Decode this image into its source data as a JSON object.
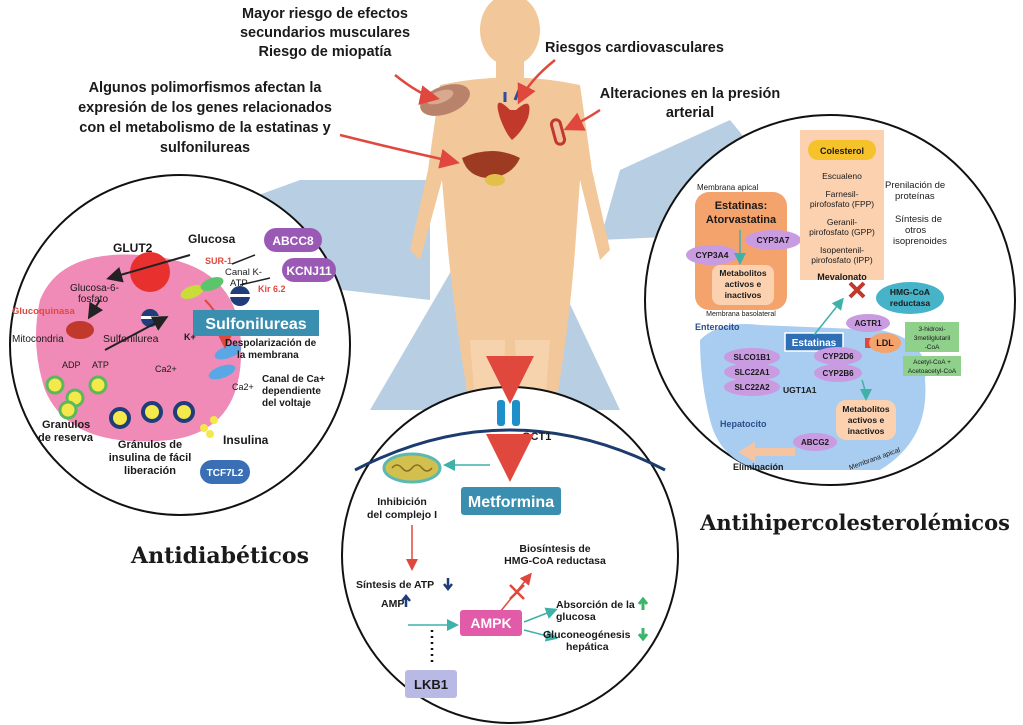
{
  "top": {
    "muscle_line1": "Mayor riesgo de efectos",
    "muscle_line2": "secundarios musculares",
    "muscle_line3": "Riesgo de miopatía",
    "cardio": "Riesgos cardiovasculares",
    "pressure_line1": "Alteraciones en la presión",
    "pressure_line2": "arterial",
    "poly_line1": "Algunos polimorfismos afectan la",
    "poly_line2": "expresión de los genes relacionados",
    "poly_line3": "con el metabolismo de la estatinas y",
    "poly_line4": "sulfonilureas"
  },
  "left": {
    "title": "Antidiabéticos",
    "glut2": "GLUT2",
    "glucosa": "Glucosa",
    "abcc8": "ABCC8",
    "sur1": "SUR-1",
    "canalk_1": "Canal K-",
    "canalk_2": "ATP",
    "kcnj11": "KCNJ11",
    "kir": "Kir 6.2",
    "g6p_1": "Glucosa-6-",
    "g6p_2": "fosfato",
    "glucoquinasa": "Glucoquinasa",
    "mitocondria": "Mitocondria",
    "sulfonilurea_small": "Sulfonilurea",
    "sulfonilureas": "Sulfonilureas",
    "kplus": "K+",
    "adp": "ADP",
    "atp": "ATP",
    "despol_1": "Despolarización de",
    "despol_2": "la membrana",
    "ca_in": "Ca2+",
    "ca_out": "Ca2+",
    "canal_ca_1": "Canal de Ca+",
    "canal_ca_2": "dependiente",
    "canal_ca_3": "del voltaje",
    "granulos_1": "Granulos",
    "granulos_2": "de reserva",
    "facil_1": "Gránulos de",
    "facil_2": "insulina de fácil",
    "facil_3": "liberación",
    "insulina": "Insulina",
    "tcf7l2": "TCF7L2"
  },
  "center": {
    "oct1": "OCT1",
    "metformina": "Metformina",
    "inhib_1": "Inhibición",
    "inhib_2": "del complejo I",
    "biosint_1": "Biosíntesis de",
    "biosint_2": "HMG-CoA reductasa",
    "sintesis_atp": "Síntesis de ATP",
    "amp": "AMP",
    "ampk": "AMPK",
    "absorcion_1": "Absorción de la",
    "absorcion_2": "glucosa",
    "gluconeo_1": "Gluconeogénesis",
    "gluconeo_2": "hepática",
    "lkb1": "LKB1"
  },
  "right": {
    "title": "Antihipercolesterolémicos",
    "membrana_apical": "Membrana apical",
    "estatinas_1": "Estatinas:",
    "estatinas_2": "Atorvastatina",
    "cyp3a7": "CYP3A7",
    "cyp3a4": "CYP3A4",
    "metab_1": "Metabolitos",
    "metab_2": "activos e",
    "metab_3": "inactivos",
    "membrana_basolateral": "Membrana basolateral",
    "enterocito": "Enterocito",
    "colesterol": "Colesterol",
    "escualeno": "Escualeno",
    "fpp_1": "Farnesil-",
    "fpp_2": "pirofosfato (FPP)",
    "gpp_1": "Geranil-",
    "gpp_2": "pirofosfato (GPP)",
    "ipp_1": "Isopentenil-",
    "ipp_2": "pirofosfato (IPP)",
    "mevalonato": "Mevalonato",
    "prenil_1": "Prenilación de",
    "prenil_2": "proteínas",
    "sint_1": "Síntesis de",
    "sint_2": "otros",
    "sint_3": "isoprenoides",
    "hmg_1": "HMG-CoA",
    "hmg_2": "reductasa",
    "agtr1": "AGTR1",
    "estatinas_box": "Estatinas",
    "ldl": "LDL",
    "hidroxi_1": "3-hidroxi-",
    "hidroxi_2": "3metilglutaril",
    "hidroxi_3": "-CoA",
    "acetyl_1": "Acetyl-CoA +",
    "acetyl_2": "Acetoacetyl-CoA",
    "slco1b1": "SLCO1B1",
    "slc22a1": "SLC22A1",
    "slc22a2": "SLC22A2",
    "cyp2d6": "CYP2D6",
    "cyp2b6": "CYP2B6",
    "ugt1a1": "UGT1A1",
    "hepatocito": "Hepatocito",
    "metab2_1": "Metabolitos",
    "metab2_2": "activos e",
    "metab2_3": "inactivos",
    "abcg2": "ABCG2",
    "eliminacion": "Eliminación",
    "membrana_apical2": "Membrana apical"
  },
  "colors": {
    "body": "#f2c79a",
    "pink_cell": "#f08ab6",
    "teal_box": "#3a8fb0",
    "purple": "#9b59b6",
    "red_arrow": "#e0483e",
    "orange_box": "#f5a36c",
    "blue_cell": "#a9cdf0"
  }
}
